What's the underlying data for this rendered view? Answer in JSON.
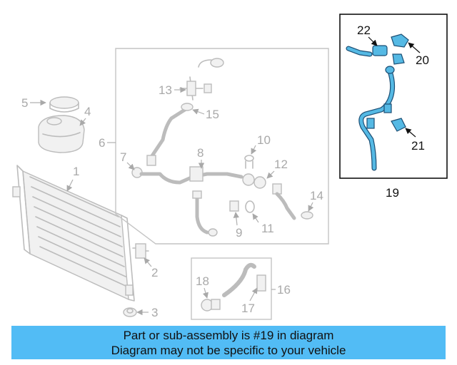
{
  "callouts": {
    "c1": "1",
    "c2": "2",
    "c3": "3",
    "c4": "4",
    "c5": "5",
    "c6": "6",
    "c7": "7",
    "c8": "8",
    "c9": "9",
    "c10": "10",
    "c11": "11",
    "c12": "12",
    "c13": "13",
    "c14": "14",
    "c15": "15",
    "c16": "16",
    "c17": "17",
    "c18": "18",
    "c19": "19",
    "c20": "20",
    "c21": "21",
    "c22": "22"
  },
  "highlight": {
    "color": "#52bcf5",
    "part_color": "#55b9e4"
  },
  "banner": {
    "line1": "Part or sub-assembly is #19 in diagram",
    "line2": "Diagram may not be specific to your vehicle"
  },
  "icons": [
    "arrow-icon"
  ]
}
